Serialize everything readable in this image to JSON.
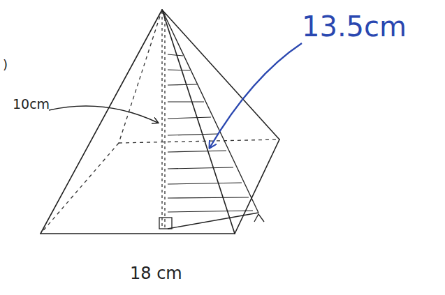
{
  "diagram": {
    "labels": [
      ")",
      "10cm",
      "13.5cm",
      "18 cm"
    ]
  }
}
